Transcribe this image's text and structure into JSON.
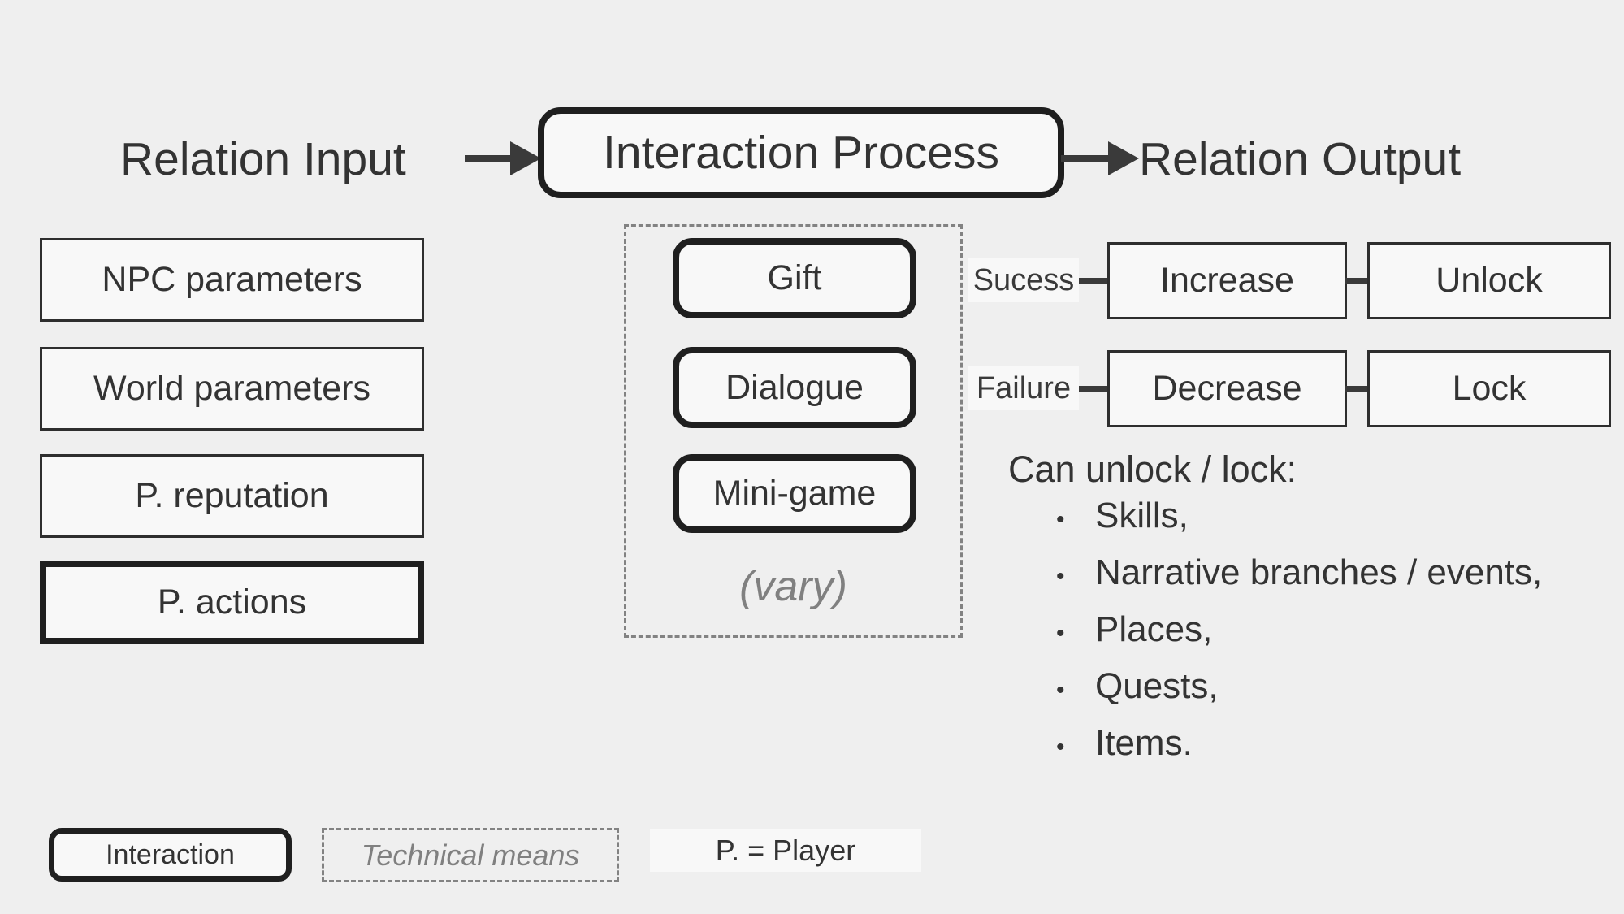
{
  "header": {
    "input_label": "Relation Input",
    "process_label": "Interaction Process",
    "output_label": "Relation Output"
  },
  "inputs": {
    "items": [
      {
        "label": "NPC parameters",
        "emphasized": false
      },
      {
        "label": "World parameters",
        "emphasized": false
      },
      {
        "label": "P. reputation",
        "emphasized": false
      },
      {
        "label": "P. actions",
        "emphasized": true
      }
    ]
  },
  "process": {
    "items": [
      {
        "label": "Gift"
      },
      {
        "label": "Dialogue"
      },
      {
        "label": "Mini-game"
      }
    ],
    "note": "(vary)"
  },
  "outputs": {
    "rows": [
      {
        "condition": "Sucess",
        "effect": "Increase",
        "result": "Unlock"
      },
      {
        "condition": "Failure",
        "effect": "Decrease",
        "result": "Lock"
      }
    ],
    "unlock": {
      "title": "Can unlock / lock:",
      "items": [
        "Skills,",
        "Narrative branches / events,",
        "Places,",
        "Quests,",
        "Items."
      ]
    }
  },
  "legend": {
    "interaction_label": "Interaction",
    "technical_label": "Technical means",
    "player_note": "P. = Player"
  },
  "colors": {
    "background": "#efefef",
    "box_fill": "#f8f8f8",
    "border_strong": "#1f1f1f",
    "border_thin": "#2e2e2e",
    "dashed_border": "#828282",
    "text": "#333333",
    "muted": "#808080",
    "connector": "#3a3a3a"
  }
}
